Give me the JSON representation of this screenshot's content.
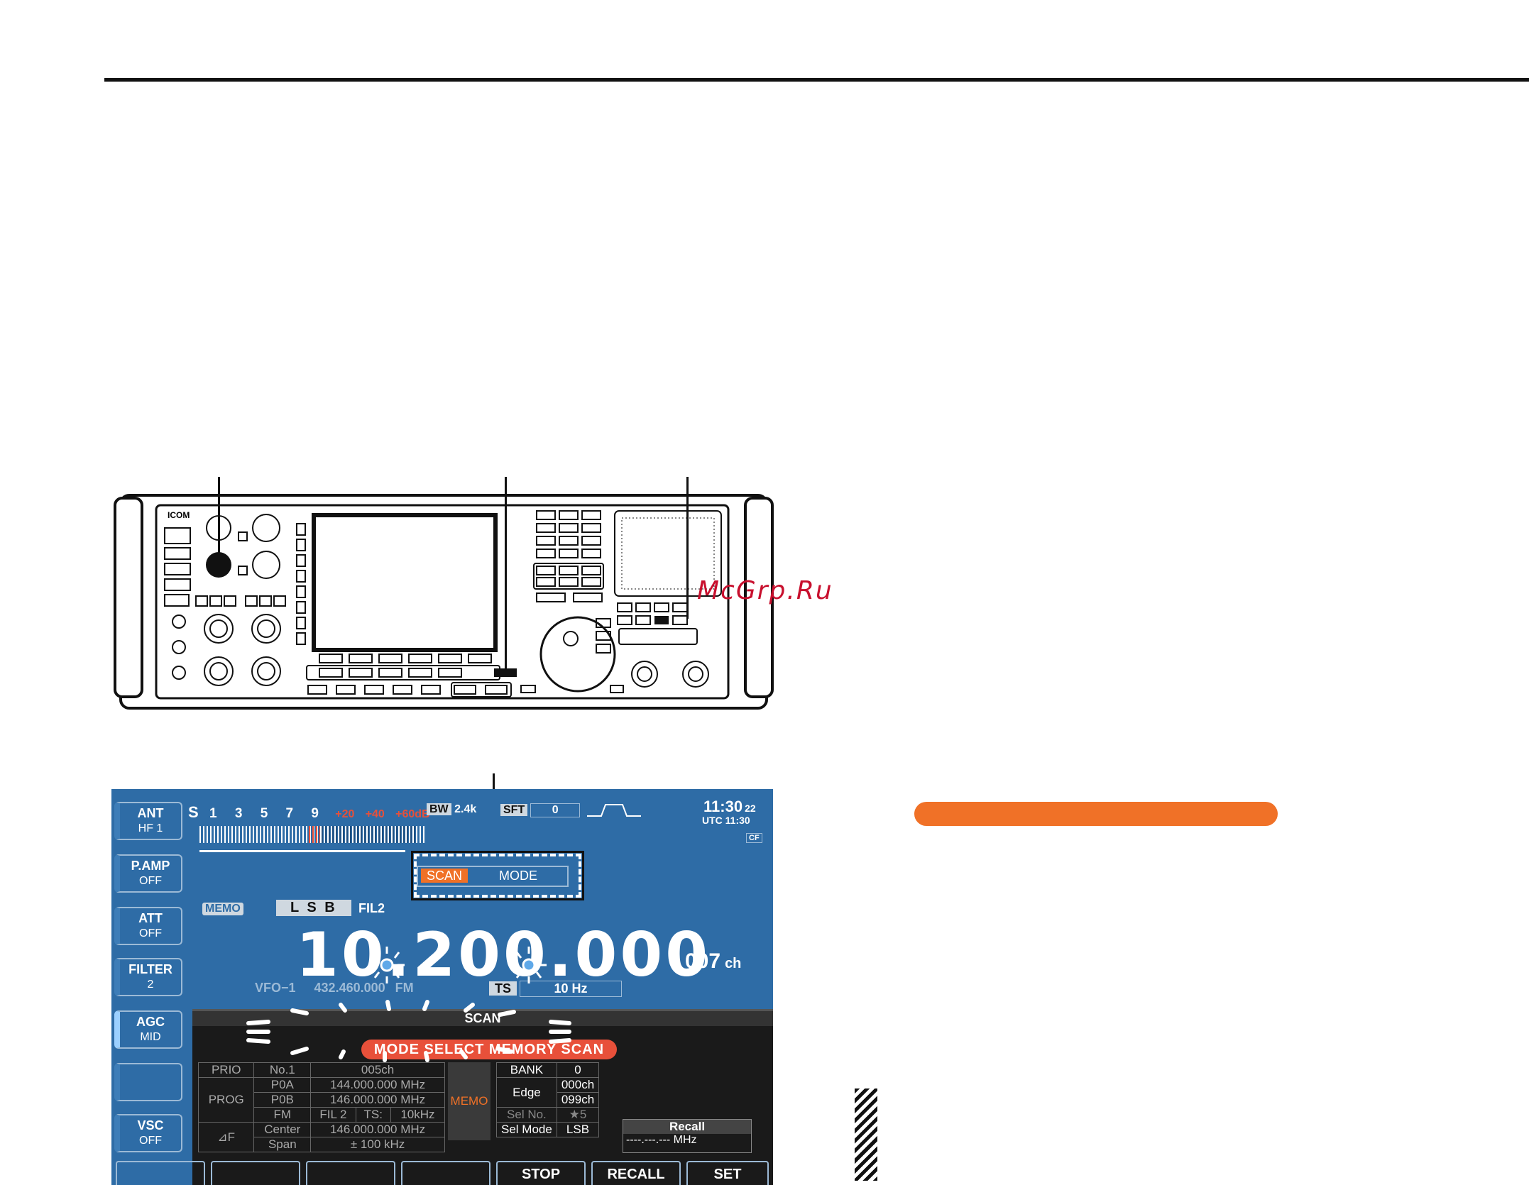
{
  "watermark": "McGrp.Ru",
  "screen": {
    "side_buttons": [
      {
        "label": "ANT",
        "value": "HF 1"
      },
      {
        "label": "P.AMP",
        "value": "OFF"
      },
      {
        "label": "ATT",
        "value": "OFF"
      },
      {
        "label": "FILTER",
        "value": "2"
      },
      {
        "label": "AGC",
        "value": "MID"
      },
      {
        "label": "",
        "value": ""
      },
      {
        "label": "VSC",
        "value": "OFF"
      }
    ],
    "s_label": "S",
    "s_scale": [
      "1",
      "3",
      "5",
      "7",
      "9"
    ],
    "s_plus": [
      "+20",
      "+40",
      "+60dB"
    ],
    "bw_label": "BW",
    "bw_value": "2.4k",
    "sft_label": "SFT",
    "sft_value": "0",
    "time": "11:30",
    "time_sec": "22",
    "utc": "UTC 11:30",
    "cf": "CF",
    "scan_tab": "SCAN",
    "mode_tab": "MODE",
    "memo_tag": "MEMO",
    "mode_box": "L S B",
    "fil": "FIL2",
    "frequency": "10.200.000",
    "channel": "007",
    "ch_unit": "ch",
    "vfo": "VFO−1",
    "vfo_freq": "432.460.000",
    "vfo_mode": "FM",
    "ts_label": "TS",
    "ts_value": "10 Hz",
    "popup_title": "SCAN",
    "popup_banner": "MODE SELECT MEMORY SCAN",
    "grid": {
      "prio": "PRIO",
      "no1": "No.1",
      "prio_val": "005ch",
      "prog": "PROG",
      "p0a": "P0A",
      "p0a_val": "144.000.000 MHz",
      "p0b": "P0B",
      "p0b_val": "146.000.000 MHz",
      "fm": "FM",
      "fil2": "FIL 2",
      "ts": "TS:",
      "ts_val": "10kHz",
      "df": "⊿F",
      "center": "Center",
      "center_val": "146.000.000 MHz",
      "span": "Span",
      "span_val": "± 100 kHz",
      "memo": "MEMO",
      "bank": "BANK",
      "bank_val": "0",
      "edge": "Edge",
      "edge_lo": "000ch",
      "edge_hi": "099ch",
      "selno": "Sel No.",
      "selno_val": "★5",
      "selmode": "Sel Mode",
      "selmode_val": "LSB",
      "recall": "Recall",
      "recall_val": "----.---.---",
      "recall_unit": "MHz"
    },
    "fkeys": [
      "",
      "",
      "",
      "",
      "STOP",
      "RECALL",
      "SET"
    ]
  },
  "colors": {
    "screen_bg": "#2e6ca6",
    "accent": "#f07127",
    "red": "#e8503a"
  }
}
